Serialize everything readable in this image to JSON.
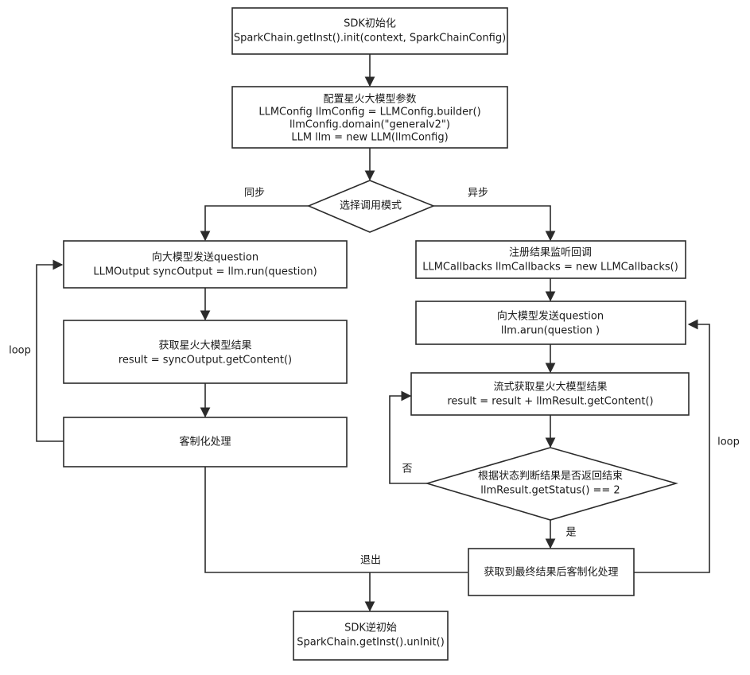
{
  "nodes": {
    "sdk_init": [
      "SDK初始化",
      "SparkChain.getInst().init(context, SparkChainConfig)"
    ],
    "config": [
      "配置星火大模型参数",
      "LLMConfig llmConfig = LLMConfig.builder()",
      "llmConfig.domain(\"generalv2\")",
      "LLM llm = new LLM(llmConfig)"
    ],
    "choose_mode": [
      "选择调用模式"
    ],
    "sync_send": [
      "向大模型发送question",
      "LLMOutput syncOutput = llm.run(question)"
    ],
    "sync_result": [
      "获取星火大模型结果",
      "result = syncOutput.getContent()"
    ],
    "sync_custom": [
      "客制化处理"
    ],
    "register_cb": [
      "注册结果监听回调",
      "LLMCallbacks llmCallbacks = new LLMCallbacks()"
    ],
    "async_send": [
      "向大模型发送question",
      "llm.arun(question )"
    ],
    "stream_result": [
      "流式获取星火大模型结果",
      "result = result + llmResult.getContent()"
    ],
    "check_status": [
      "根据状态判断结果是否返回结束",
      "llmResult.getStatus() == 2"
    ],
    "async_custom": [
      "获取到最终结果后客制化处理"
    ],
    "sdk_uninit": [
      "SDK逆初始",
      "SparkChain.getInst().unInit()"
    ]
  },
  "edge_labels": {
    "sync": "同步",
    "async": "异步",
    "loop_left": "loop",
    "loop_right": "loop",
    "no": "否",
    "yes": "是",
    "exit": "退出"
  }
}
